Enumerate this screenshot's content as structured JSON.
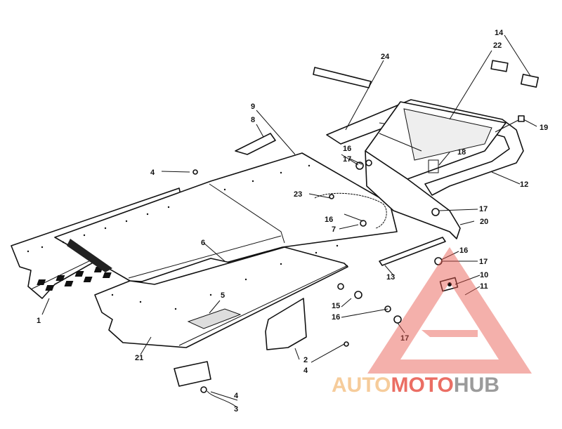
{
  "callouts": [
    {
      "id": "c1",
      "text": "1"
    },
    {
      "id": "c2",
      "text": "2"
    },
    {
      "id": "c3",
      "text": "3"
    },
    {
      "id": "c4a",
      "text": "4"
    },
    {
      "id": "c4b",
      "text": "4"
    },
    {
      "id": "c4c",
      "text": "4"
    },
    {
      "id": "c5",
      "text": "5"
    },
    {
      "id": "c6",
      "text": "6"
    },
    {
      "id": "c7",
      "text": "7"
    },
    {
      "id": "c8",
      "text": "8"
    },
    {
      "id": "c9",
      "text": "9"
    },
    {
      "id": "c10",
      "text": "10"
    },
    {
      "id": "c11",
      "text": "11"
    },
    {
      "id": "c12",
      "text": "12"
    },
    {
      "id": "c13",
      "text": "13"
    },
    {
      "id": "c14",
      "text": "14"
    },
    {
      "id": "c15",
      "text": "15"
    },
    {
      "id": "c16a",
      "text": "16"
    },
    {
      "id": "c16b",
      "text": "16"
    },
    {
      "id": "c16c",
      "text": "16"
    },
    {
      "id": "c16d",
      "text": "16"
    },
    {
      "id": "c17a",
      "text": "17"
    },
    {
      "id": "c17b",
      "text": "17"
    },
    {
      "id": "c17c",
      "text": "17"
    },
    {
      "id": "c17d",
      "text": "17"
    },
    {
      "id": "c18",
      "text": "18"
    },
    {
      "id": "c19",
      "text": "19"
    },
    {
      "id": "c20",
      "text": "20"
    },
    {
      "id": "c21",
      "text": "21"
    },
    {
      "id": "c22",
      "text": "22"
    },
    {
      "id": "c23",
      "text": "23"
    },
    {
      "id": "c24",
      "text": "24"
    }
  ],
  "watermark": {
    "part1": "AUTO",
    "part2": "MOTO",
    "part3": "HUB",
    "color_light": "#f5c48a",
    "color_red": "#e8554a",
    "color_dark": "#8a8a8a"
  }
}
